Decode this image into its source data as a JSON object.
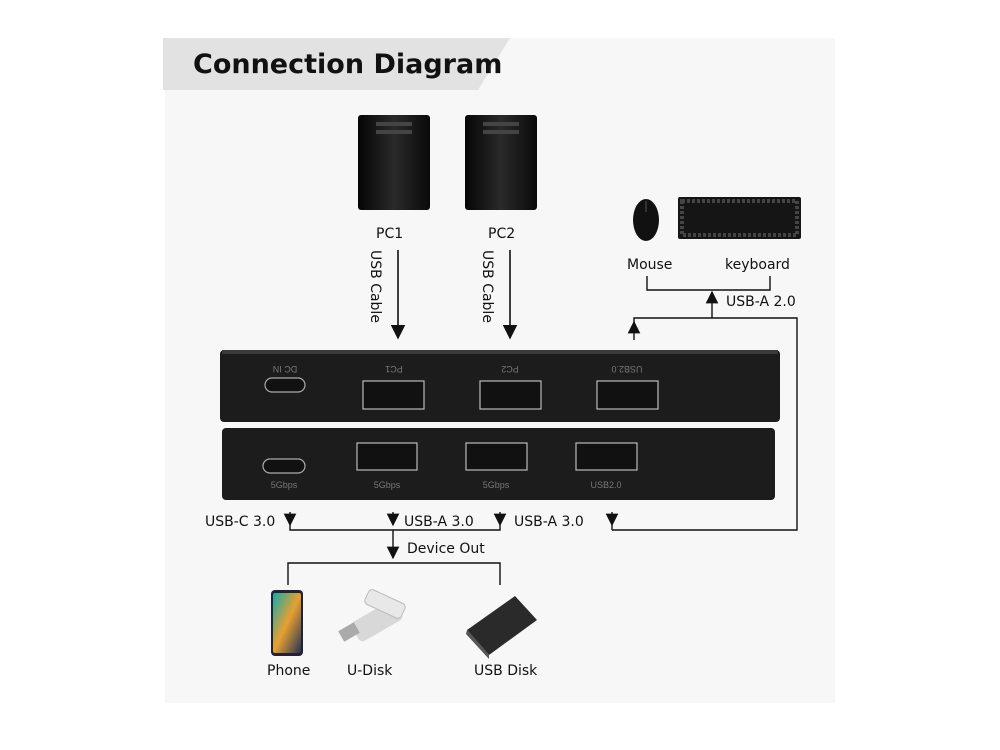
{
  "title": "Connection Diagram",
  "computers": [
    {
      "label": "PC1",
      "cable": "USB Cable"
    },
    {
      "label": "PC2",
      "cable": "USB Cable"
    }
  ],
  "peripherals": {
    "mouse": "Mouse",
    "keyboard": "keyboard",
    "link": "USB-A 2.0"
  },
  "switch_top_ports": [
    "DC IN",
    "PC1",
    "PC2",
    "USB2.0"
  ],
  "switch_bottom_ports": [
    "5Gbps",
    "5Gbps",
    "5Gbps",
    "USB2.0"
  ],
  "outputs": {
    "usbc": "USB-C 3.0",
    "usba1": "USB-A 3.0",
    "usba2": "USB-A 3.0",
    "device_out": "Device Out"
  },
  "devices": [
    "Phone",
    "U-Disk",
    "USB Disk"
  ]
}
